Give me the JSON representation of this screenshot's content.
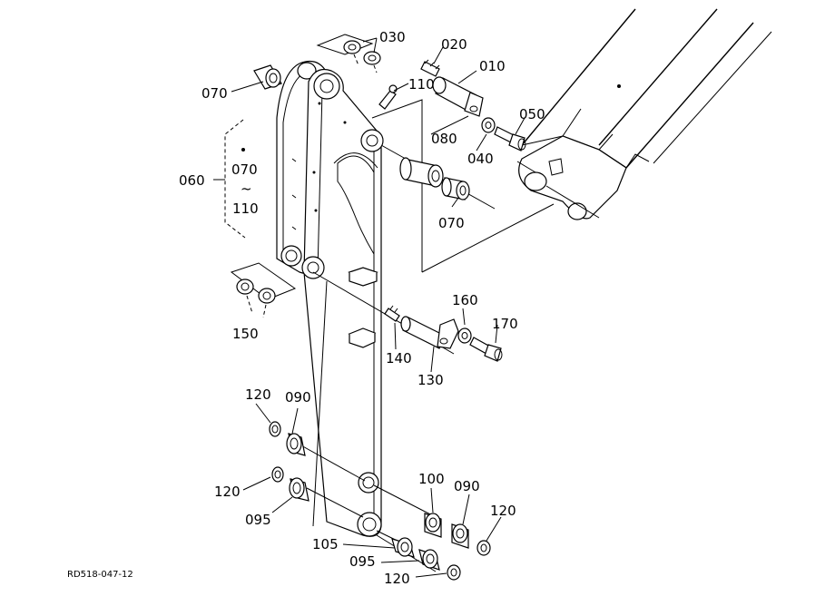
{
  "labels": {
    "l030": "030",
    "l020": "020",
    "l010": "010",
    "l070a": "070",
    "l110": "110",
    "l050": "050",
    "l080": "080",
    "l040": "040",
    "l060": "060",
    "l070b": "070",
    "l_tilde": "~",
    "l110b": "110",
    "l070c": "070",
    "l150": "150",
    "l160": "160",
    "l170": "170",
    "l140": "140",
    "l130": "130",
    "l120a": "120",
    "l090a": "090",
    "l120b": "120",
    "l095a": "095",
    "l100": "100",
    "l090b": "090",
    "l120c": "120",
    "l105": "105",
    "l095b": "095",
    "l120d": "120"
  },
  "drawing_code": "RD518-047-12"
}
